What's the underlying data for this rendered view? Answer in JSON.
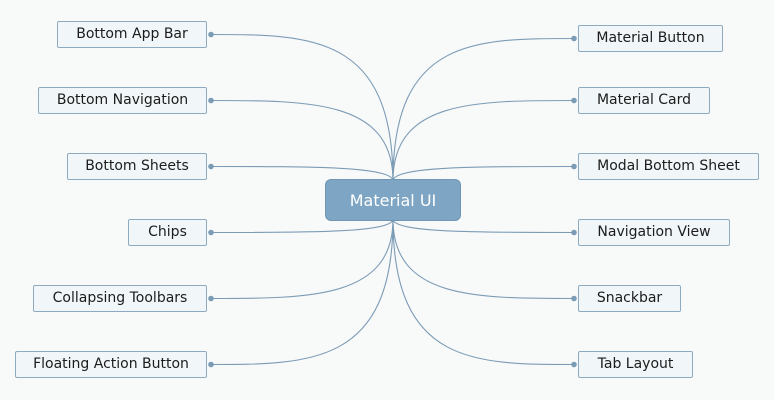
{
  "diagram": {
    "root": {
      "label": "Material UI"
    },
    "left_branches": [
      {
        "label": "Bottom App Bar"
      },
      {
        "label": "Bottom Navigation"
      },
      {
        "label": "Bottom Sheets"
      },
      {
        "label": "Chips"
      },
      {
        "label": "Collapsing Toolbars"
      },
      {
        "label": "Floating Action Button"
      }
    ],
    "right_branches": [
      {
        "label": "Material Button"
      },
      {
        "label": "Material Card"
      },
      {
        "label": "Modal Bottom Sheet"
      },
      {
        "label": "Navigation View"
      },
      {
        "label": "Snackbar"
      },
      {
        "label": "Tab Layout"
      }
    ]
  },
  "colors": {
    "connector": "#7c9cb6",
    "root_fill": "#7ea6c4",
    "node_fill": "#f1f6f9",
    "node_border": "#8eaac0",
    "background": "#f8f9f9"
  }
}
